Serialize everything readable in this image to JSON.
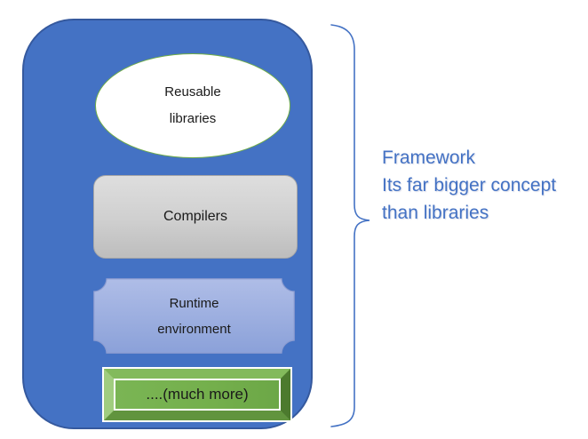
{
  "shapes": {
    "container": {
      "fill": "#4472C4",
      "border": "#35599E"
    },
    "libraries": {
      "line1": "Reusable",
      "line2": "libraries",
      "fill": "#FFFFFF",
      "border": "#70AD47"
    },
    "compilers": {
      "label": "Compilers",
      "fill": "#CFCFCF",
      "border": "#A6A6A6"
    },
    "runtime": {
      "line1": "Runtime",
      "line2": "environment",
      "fill_top": "#AFBDE7",
      "fill_bottom": "#8BA1D9",
      "border": "#8A9BD0"
    },
    "more": {
      "label": "....(much more)",
      "fill": "#74AF4C",
      "outline": "#FFFFFF"
    }
  },
  "annotation": {
    "line1": "Framework",
    "line2": "Its far bigger concept",
    "line3": "than libraries",
    "color": "#4472C4"
  }
}
